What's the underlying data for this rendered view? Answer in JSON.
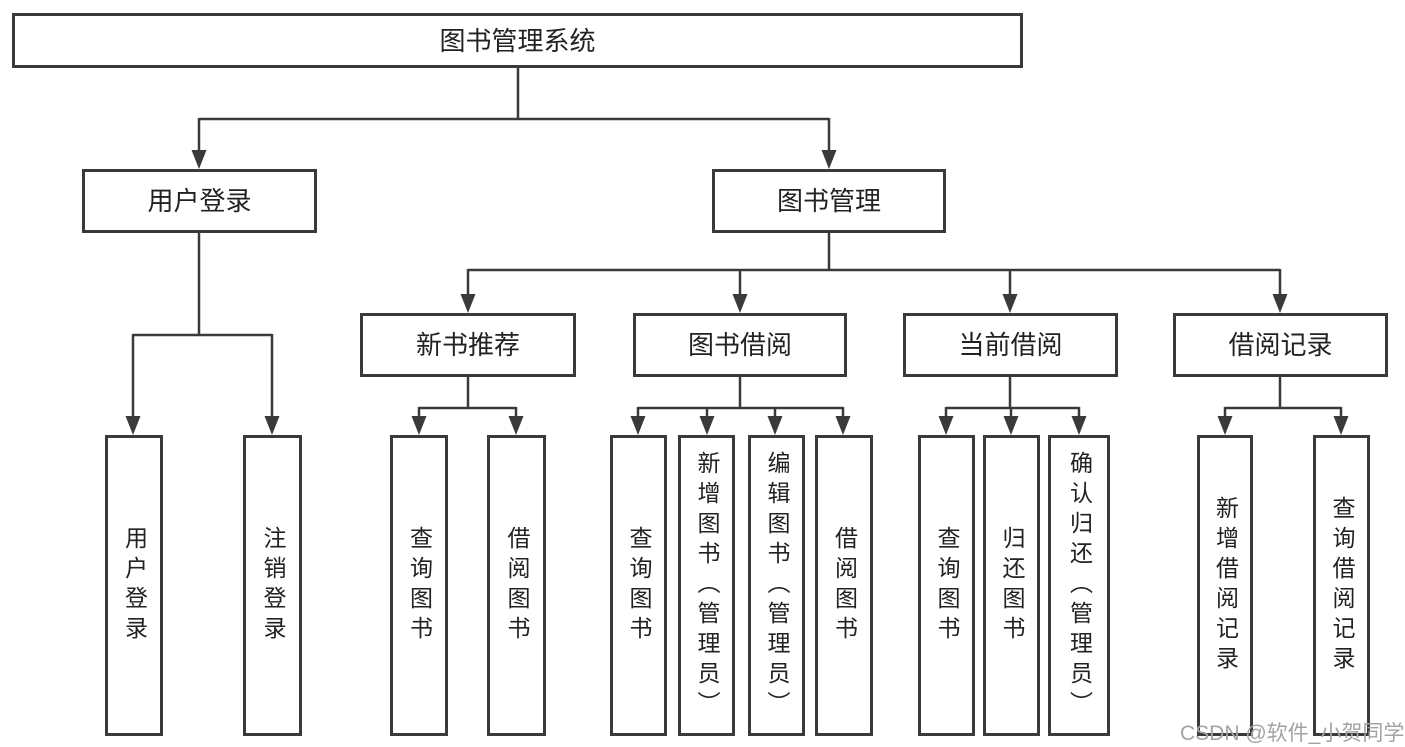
{
  "diagram": {
    "root": {
      "label": "图书管理系统"
    },
    "level2": [
      {
        "label": "用户登录"
      },
      {
        "label": "图书管理"
      }
    ],
    "level3": [
      {
        "label": "新书推荐"
      },
      {
        "label": "图书借阅"
      },
      {
        "label": "当前借阅"
      },
      {
        "label": "借阅记录"
      }
    ],
    "leaves": {
      "user": [
        "用户登录",
        "注销登录"
      ],
      "recommend": [
        "查询图书",
        "借阅图书"
      ],
      "borrow": [
        "查询图书",
        "新增图书（管理员）",
        "编辑图书（管理员）",
        "借阅图书"
      ],
      "current": [
        "查询图书",
        "归还图书",
        "确认归还（管理员）"
      ],
      "records": [
        "新增借阅记录",
        "查询借阅记录"
      ]
    },
    "colors": {
      "line": "#3a3a3a",
      "text": "#222222",
      "background": "#ffffff",
      "watermark": "#a3a3a3"
    }
  },
  "watermark": {
    "text": "CSDN @软件_小贺同学"
  }
}
